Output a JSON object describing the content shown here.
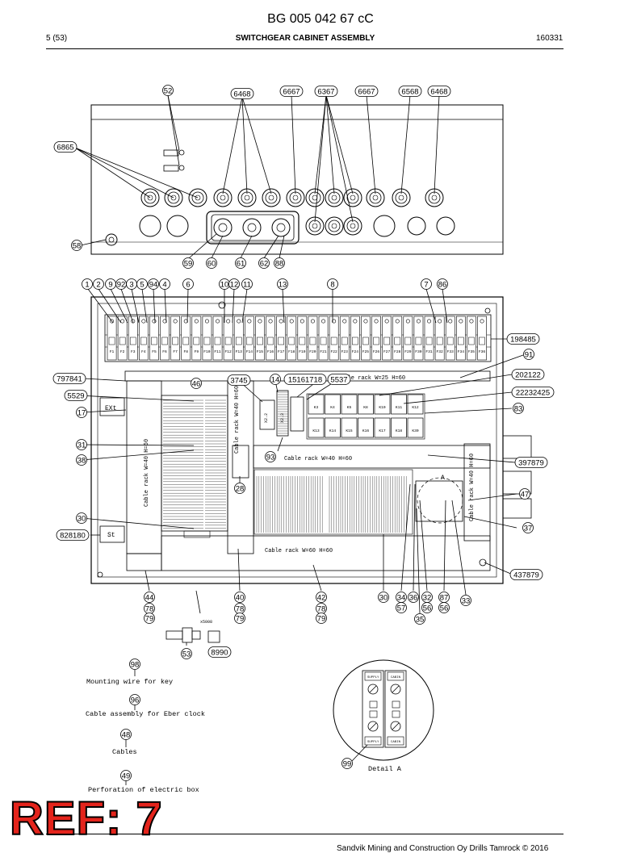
{
  "header": {
    "doc_number": "BG 005 042 67 cC",
    "page": "5 (53)",
    "title": "SWITCHGEAR CABINET ASSEMBLY",
    "date": "160331"
  },
  "footer": {
    "copyright": "Sandvik Mining and Construction Oy Drills Tamrock © 2016"
  },
  "stamp": {
    "text": "REF: 7",
    "color": "#e4241c"
  },
  "callouts": {
    "c52": "52",
    "c6468a": "6468",
    "c6667a": "6667",
    "c6367": "6367",
    "c6667b": "6667",
    "c6568": "6568",
    "c6468b": "6468",
    "c6865": "6865",
    "c58": "58",
    "c59": "59",
    "c60": "60",
    "c61": "61",
    "c62": "62",
    "c88": "88",
    "c1": "1",
    "c2": "2",
    "c9": "9",
    "c92": "92",
    "c3": "3",
    "c5": "5",
    "c94": "94",
    "c4": "4",
    "c6": "6",
    "c10": "10",
    "c12": "12",
    "c11": "11",
    "c13": "13",
    "c8": "8",
    "c7": "7",
    "c86": "86",
    "c198485": "198485",
    "c91": "91",
    "c797841": "797841",
    "c46": "46",
    "c3745": "3745",
    "c14": "14",
    "c15161718": "15161718",
    "c5537": "5537",
    "c202122": "202122",
    "c22232425": "22232425",
    "c5529": "5529",
    "c17": "17",
    "c83": "83",
    "c31": "31",
    "c38": "38",
    "c93": "93",
    "c397879": "397879",
    "c47": "47",
    "c28": "28",
    "c30a": "30",
    "c37": "37",
    "c828180": "828180",
    "c437879": "437879",
    "c44": "44",
    "c78a": "78",
    "c79a": "79",
    "c40": "40",
    "c78b": "78",
    "c79b": "79",
    "c42": "42",
    "c78c": "78",
    "c79c": "79",
    "c30b": "30",
    "c34": "34",
    "c36": "36",
    "c32": "32",
    "c87": "87",
    "c33": "33",
    "c57": "57",
    "c56a": "56",
    "c56b": "56",
    "c35": "35",
    "c53": "53",
    "c8990": "8990",
    "c98": "98",
    "c96": "96",
    "c48": "48",
    "c49": "49",
    "c99": "99"
  },
  "labels": {
    "cable_rack_top": "Cable rack W=25 H=60",
    "cable_rack_mid": "Cable rack W=40 H=60",
    "cable_rack_bottom": "Cable rack W=60 H=60",
    "cable_rack_left": "Cable rack W=40 H=60",
    "cable_rack_right": "Cable rack W=40 H=60",
    "cable_rack_vert": "Cable rack W=40 H=60",
    "ext": "EXt",
    "st": "St",
    "x5_2": "X2.2",
    "x5_3": "X2.3",
    "detail_a_mark": "A",
    "x5008": "x5008",
    "supply_1": "SUPPLY",
    "cabin_1": "CABIN",
    "supply_2": "SUPPLY",
    "cabin_2": "CABIN"
  },
  "notes": {
    "mounting_wire": "Mounting wire for key",
    "cable_assembly": "Cable assembly for Eber clock",
    "cables": "Cables",
    "perforation": "Perforation of electric box",
    "detail_a": "Detail A"
  },
  "fuses": [
    "F1",
    "F2",
    "F3",
    "F4",
    "F5",
    "F6",
    "F7",
    "F8",
    "F9",
    "F10",
    "F11",
    "F12",
    "F13",
    "F14",
    "F15",
    "F16",
    "F17",
    "F18",
    "F19",
    "F20",
    "F21",
    "F22",
    "F23",
    "F24",
    "F25",
    "F26",
    "F27",
    "F28",
    "F29",
    "F30",
    "F31",
    "F32",
    "F33",
    "F34",
    "F35",
    "F36"
  ],
  "relays_top": [
    "K3",
    "K4",
    "K5",
    "K8",
    "K10",
    "K11",
    "K12"
  ],
  "relays_bottom": [
    "K13",
    "K14",
    "K15",
    "K16",
    "K17",
    "K18",
    "K30"
  ]
}
